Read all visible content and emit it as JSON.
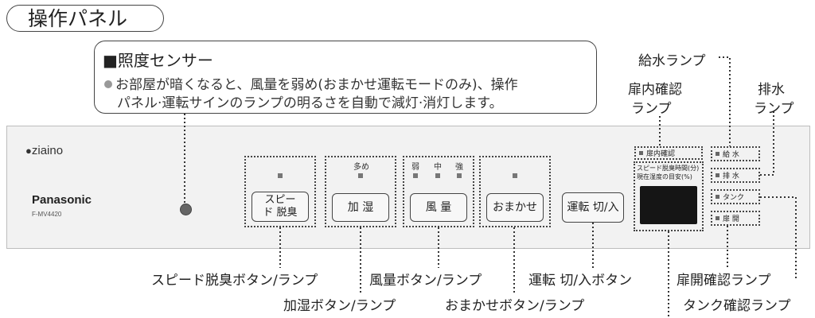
{
  "title": "操作パネル",
  "callout": {
    "heading": "■照度センサー",
    "line1": "お部屋が暗くなると、風量を弱め(おまかせ運転モードのみ)、操作",
    "line2": "パネル·運転サインのランプの明るさを自動で減灯·消灯します。"
  },
  "brand": {
    "ziaino": "ziaino",
    "panasonic": "Panasonic",
    "model": "F-MV4420"
  },
  "buttons": {
    "speed": "スピード 脱臭",
    "humidify": "加 湿",
    "airflow": "風 量",
    "omakase": "おまかせ",
    "power": "運転 切/入"
  },
  "lamp_labels": {
    "humidify": "多め",
    "airflow_low": "弱",
    "airflow_mid": "中",
    "airflow_high": "強"
  },
  "display": {
    "line1": "スピード脱臭時間(分)",
    "line2": "現在湿度の目安(%)"
  },
  "side_lamps": {
    "door_inner": "扉内確認",
    "water_supply": "給 水",
    "drain": "排 水",
    "tank": "タンク",
    "door_open": "扉 開"
  },
  "callouts": {
    "water_supply": "給水ランプ",
    "door_inner_1": "扉内確認",
    "door_inner_2": "ランプ",
    "drain_1": "排水",
    "drain_2": "ランプ",
    "speed": "スピード脱臭ボタン/ランプ",
    "airflow": "風量ボタン/ランプ",
    "power": "運転 切/入ボタン",
    "door_open": "扉開確認ランプ",
    "humidify": "加湿ボタン/ランプ",
    "omakase": "おまかせボタン/ランプ",
    "tank": "タンク確認ランプ"
  }
}
